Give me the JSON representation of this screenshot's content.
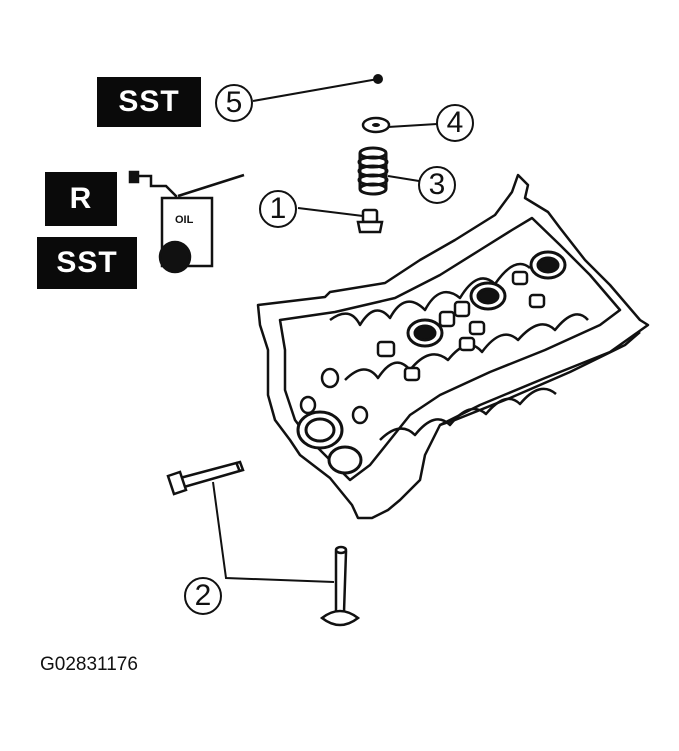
{
  "labels": {
    "sst_top": "SST",
    "r": "R",
    "sst_left": "SST",
    "oil": "OIL"
  },
  "callouts": [
    "1",
    "2",
    "3",
    "4",
    "5"
  ],
  "figure_id": "G02831176"
}
